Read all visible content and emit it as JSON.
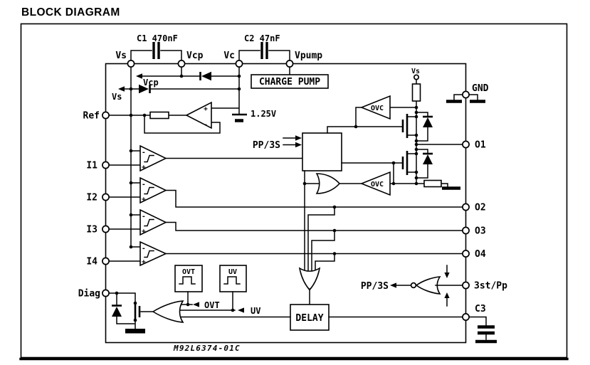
{
  "title": "BLOCK DIAGRAM",
  "chip_marking": "M92L6374-01C",
  "colors": {
    "line": "#000000",
    "background": "#ffffff"
  },
  "top_pins": {
    "vs": "Vs",
    "vcp": "Vcp",
    "vc": "Vc",
    "vpump": "Vpump"
  },
  "left_pins": {
    "ref": "Ref",
    "i1": "I1",
    "i2": "I2",
    "i3": "I3",
    "i4": "I4",
    "diag": "Diag"
  },
  "right_pins": {
    "gnd": "GND",
    "o1": "O1",
    "o2": "O2",
    "o3": "O3",
    "o4": "O4",
    "tristate": "3st/Pp",
    "c3": "C3"
  },
  "components": {
    "c1": "C1 470nF",
    "c2": "C2 47nF",
    "charge_pump": "CHARGE PUMP",
    "reference": "1.25V",
    "ovc": "OVC",
    "ovt": "OVT",
    "uv": "UV",
    "delay": "DELAY"
  },
  "signals": {
    "vcp": "Vcp",
    "vs": "Vs",
    "vs_supply": "Vs",
    "pp3s_in": "PP/3S",
    "pp3s_out": "PP/3S",
    "ovt": "OVT",
    "uv": "UV",
    "plus": "+",
    "minus": "-"
  }
}
